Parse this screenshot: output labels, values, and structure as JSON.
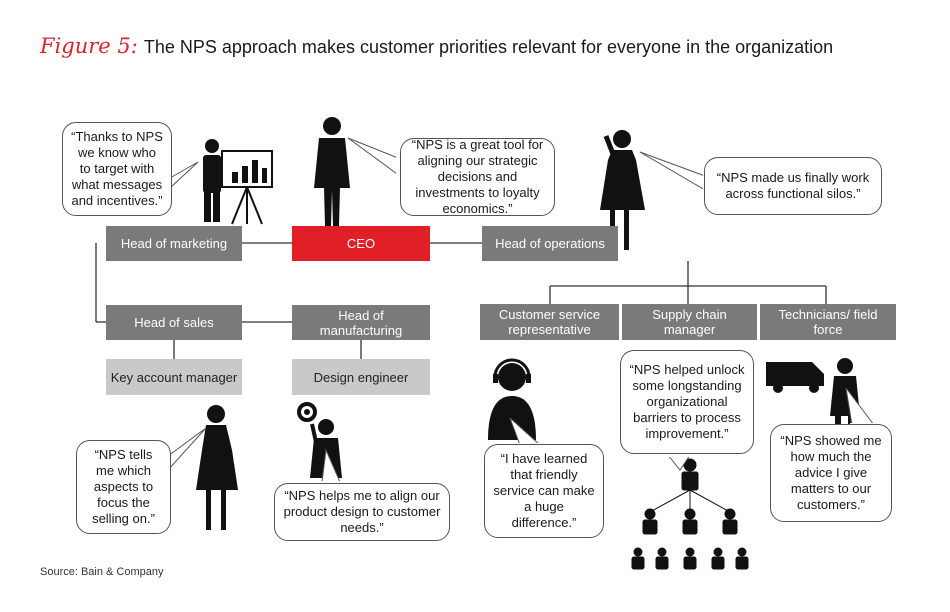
{
  "title": {
    "figure_label": "Figure 5:",
    "text": "The NPS approach makes customer priorities relevant for everyone in the organization"
  },
  "roles": {
    "head_marketing": "Head of marketing",
    "ceo": "CEO",
    "head_operations": "Head of operations",
    "head_sales": "Head of sales",
    "head_manufacturing": "Head of manufacturing",
    "customer_service": "Customer service representative",
    "supply_chain": "Supply chain manager",
    "technicians": "Technicians/ field force",
    "key_account": "Key account manager",
    "design_engineer": "Design engineer"
  },
  "quotes": {
    "marketing": "“Thanks to NPS we know who to target with what messages and incentives.”",
    "ceo": "“NPS is a great tool for aligning our strategic decisions and investments to loyalty economics.”",
    "operations": "“NPS made us finally work across functional silos.”",
    "key_account": "“NPS tells me which aspects to focus the selling on.”",
    "design_engineer": "“NPS helps me to align our product design to customer needs.”",
    "customer_service": "“I have learned that friendly service can make a huge difference.”",
    "supply_chain": "“NPS helped unlock some longstanding organizational barriers to process improvement.”",
    "technicians": "“NPS showed me how much the advice I give matters to our customers.”"
  },
  "source": "Source: Bain & Company",
  "colors": {
    "accent": "#e01f26",
    "box_dark": "#7a7a7a",
    "box_light": "#c9c9c9"
  }
}
